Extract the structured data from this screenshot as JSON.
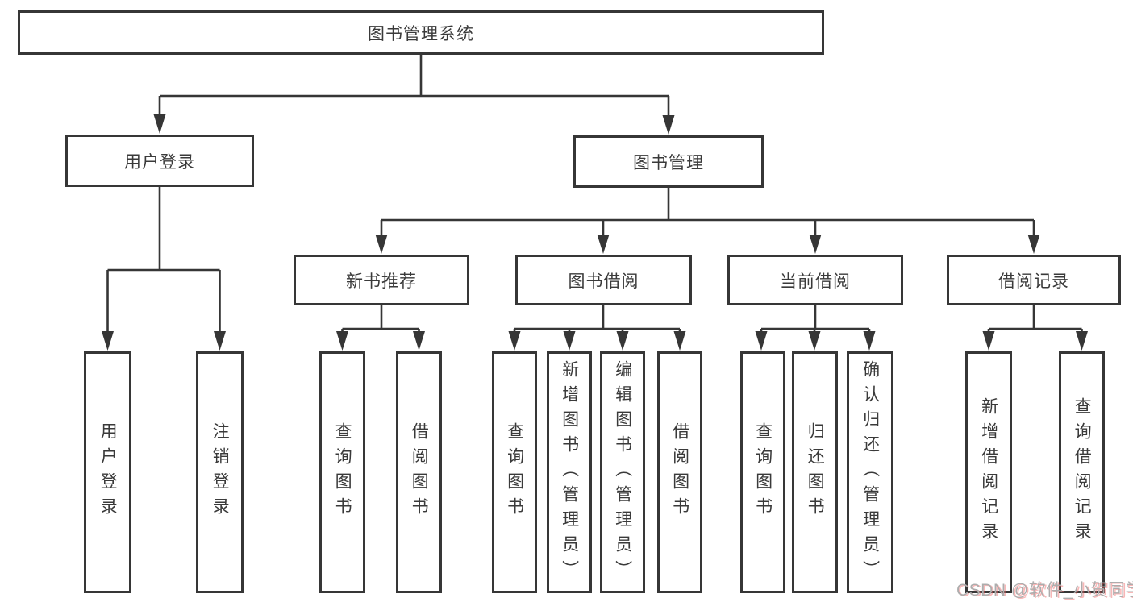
{
  "watermark": "CSDN @软件_小贺同学",
  "colors": {
    "line": "#363636",
    "box_border": "#363636",
    "text": "#3a3a3a",
    "watermark_text": "#adadad",
    "watermark_shadow": "#f05f5f"
  },
  "tree": {
    "label": "图书管理系统",
    "children": [
      {
        "label": "用户登录",
        "children": [
          {
            "label": "用户登录"
          },
          {
            "label": "注销登录"
          }
        ]
      },
      {
        "label": "图书管理",
        "children": [
          {
            "label": "新书推荐",
            "children": [
              {
                "label": "查询图书"
              },
              {
                "label": "借阅图书"
              }
            ]
          },
          {
            "label": "图书借阅",
            "children": [
              {
                "label": "查询图书"
              },
              {
                "label": "新增图书（管理员）"
              },
              {
                "label": "编辑图书（管理员）"
              },
              {
                "label": "借阅图书"
              }
            ]
          },
          {
            "label": "当前借阅",
            "children": [
              {
                "label": "查询图书"
              },
              {
                "label": "归还图书"
              },
              {
                "label": "确认归还（管理员）"
              }
            ]
          },
          {
            "label": "借阅记录",
            "children": [
              {
                "label": "新增借阅记录"
              },
              {
                "label": "查询借阅记录"
              }
            ]
          }
        ]
      }
    ]
  }
}
